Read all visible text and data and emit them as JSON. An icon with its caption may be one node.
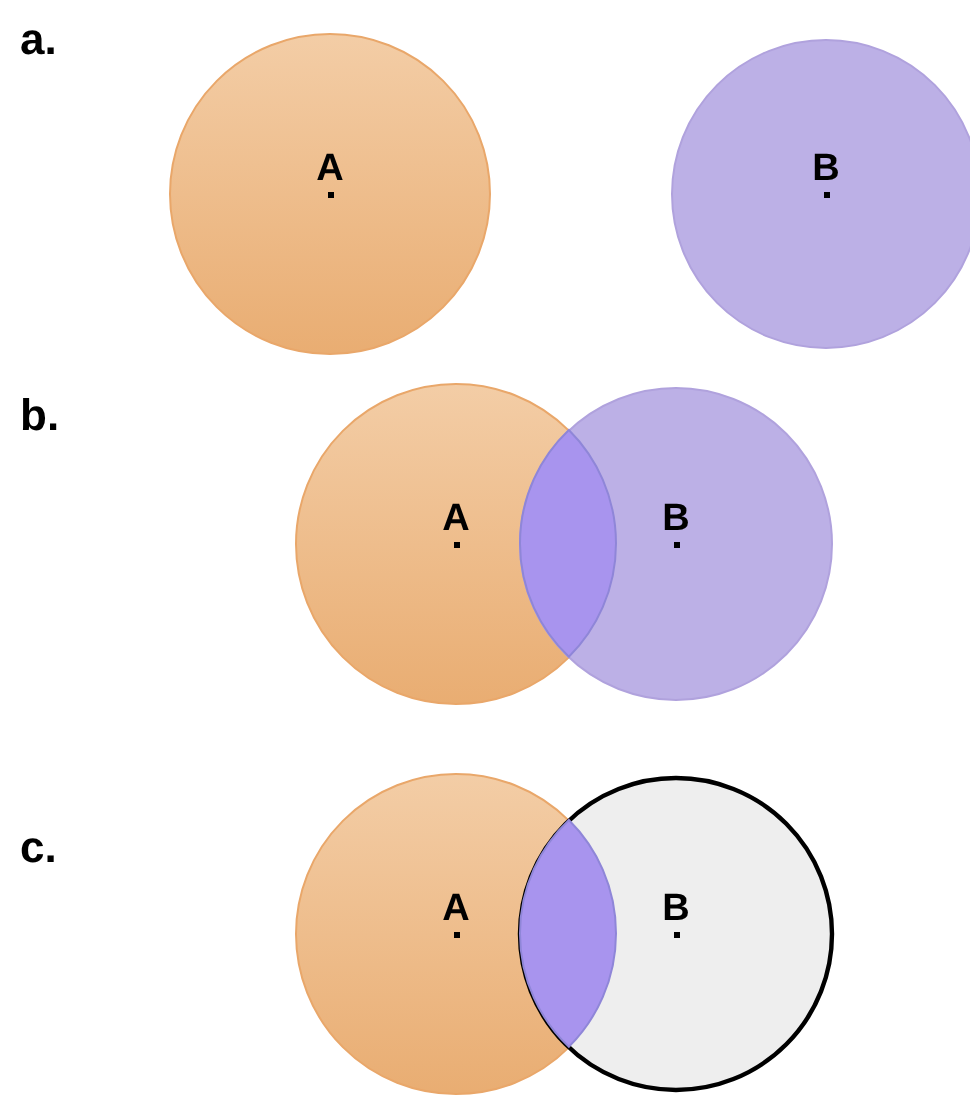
{
  "diagram": {
    "nodes": [
      {
        "text": [
          "A"
        ]
      },
      {
        "text": [
          "B"
        ]
      },
      {
        "text": [
          "A"
        ]
      },
      {
        "text": [
          "B"
        ]
      },
      {
        "text": [
          "A"
        ]
      },
      {
        "text": [
          "B"
        ]
      },
      {
        "text": [],
        "shape": "lens"
      },
      {
        "text": [],
        "shape": "lens"
      }
    ],
    "edges": [],
    "labels": [
      "a.",
      "b.",
      "c."
    ]
  }
}
